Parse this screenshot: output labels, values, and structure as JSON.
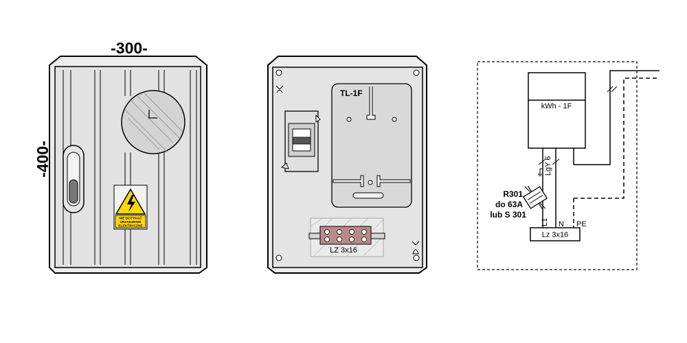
{
  "dimensions": {
    "width": "-300-",
    "height": "-400-"
  },
  "warning_sign": {
    "line1": "NIE DOTYKAĆ",
    "line2": "URZĄDZENIE",
    "line3": "ELEKTRYCZNE"
  },
  "interior": {
    "panel_label": "TL-1F",
    "terminal_label": "LZ 3x16"
  },
  "schematic": {
    "meter_label": "kWh - 1F",
    "cable_label": "LgY 6",
    "breaker_line1": "R301",
    "breaker_line2": "do 63A",
    "breaker_line3": "lub S 301",
    "terminal_l1": "L1",
    "terminal_n": "N",
    "terminal_pe": "PE",
    "terminal_block": "Lz 3x16"
  },
  "colors": {
    "enclosure_fill": "#e6e6e6",
    "panel_fill": "#dcdcdc",
    "warning_yellow": "#ffd800",
    "warning_red": "#e2231a",
    "terminal_fill": "#b88a8a"
  }
}
